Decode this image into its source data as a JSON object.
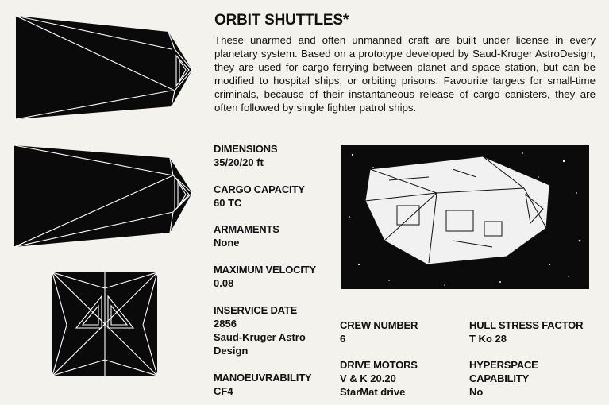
{
  "title": "ORBIT SHUTTLES*",
  "intro": "These unarmed and often unmanned craft are built under license in every planetary system. Based on a prototype developed by Saud-Kruger AstroDesign, they are used for cargo ferrying between planet and space station, but can be modified to hospital ships, or orbiting prisons. Favourite targets for small-time criminals, because of their instantaneous release of cargo canisters, they are often followed by single fighter patrol ships.",
  "specs": {
    "dimensions": {
      "label": "DIMENSIONS",
      "value": "35/20/20 ft"
    },
    "cargo": {
      "label": "CARGO CAPACITY",
      "value": "60 TC"
    },
    "armaments": {
      "label": "ARMAMENTS",
      "value": "None"
    },
    "velocity": {
      "label": "MAXIMUM VELOCITY",
      "value": "0.08"
    },
    "inservice": {
      "label": "INSERVICE DATE",
      "value": "2856",
      "value2": "Saud-Kruger Astro",
      "value3": "Design"
    },
    "manoeuvrability": {
      "label": "MANOEUVRABILITY",
      "value": "CF4"
    },
    "crew": {
      "label": "CREW NUMBER",
      "value": "6"
    },
    "drive": {
      "label": "DRIVE MOTORS",
      "value": "V & K 20.20",
      "value2": "StarMat drive"
    },
    "hull": {
      "label": "HULL STRESS FACTOR",
      "value": "T Ko 28"
    },
    "hyperspace": {
      "label": "HYPERSPACE",
      "label2": "CAPABILITY",
      "value": "No"
    }
  }
}
